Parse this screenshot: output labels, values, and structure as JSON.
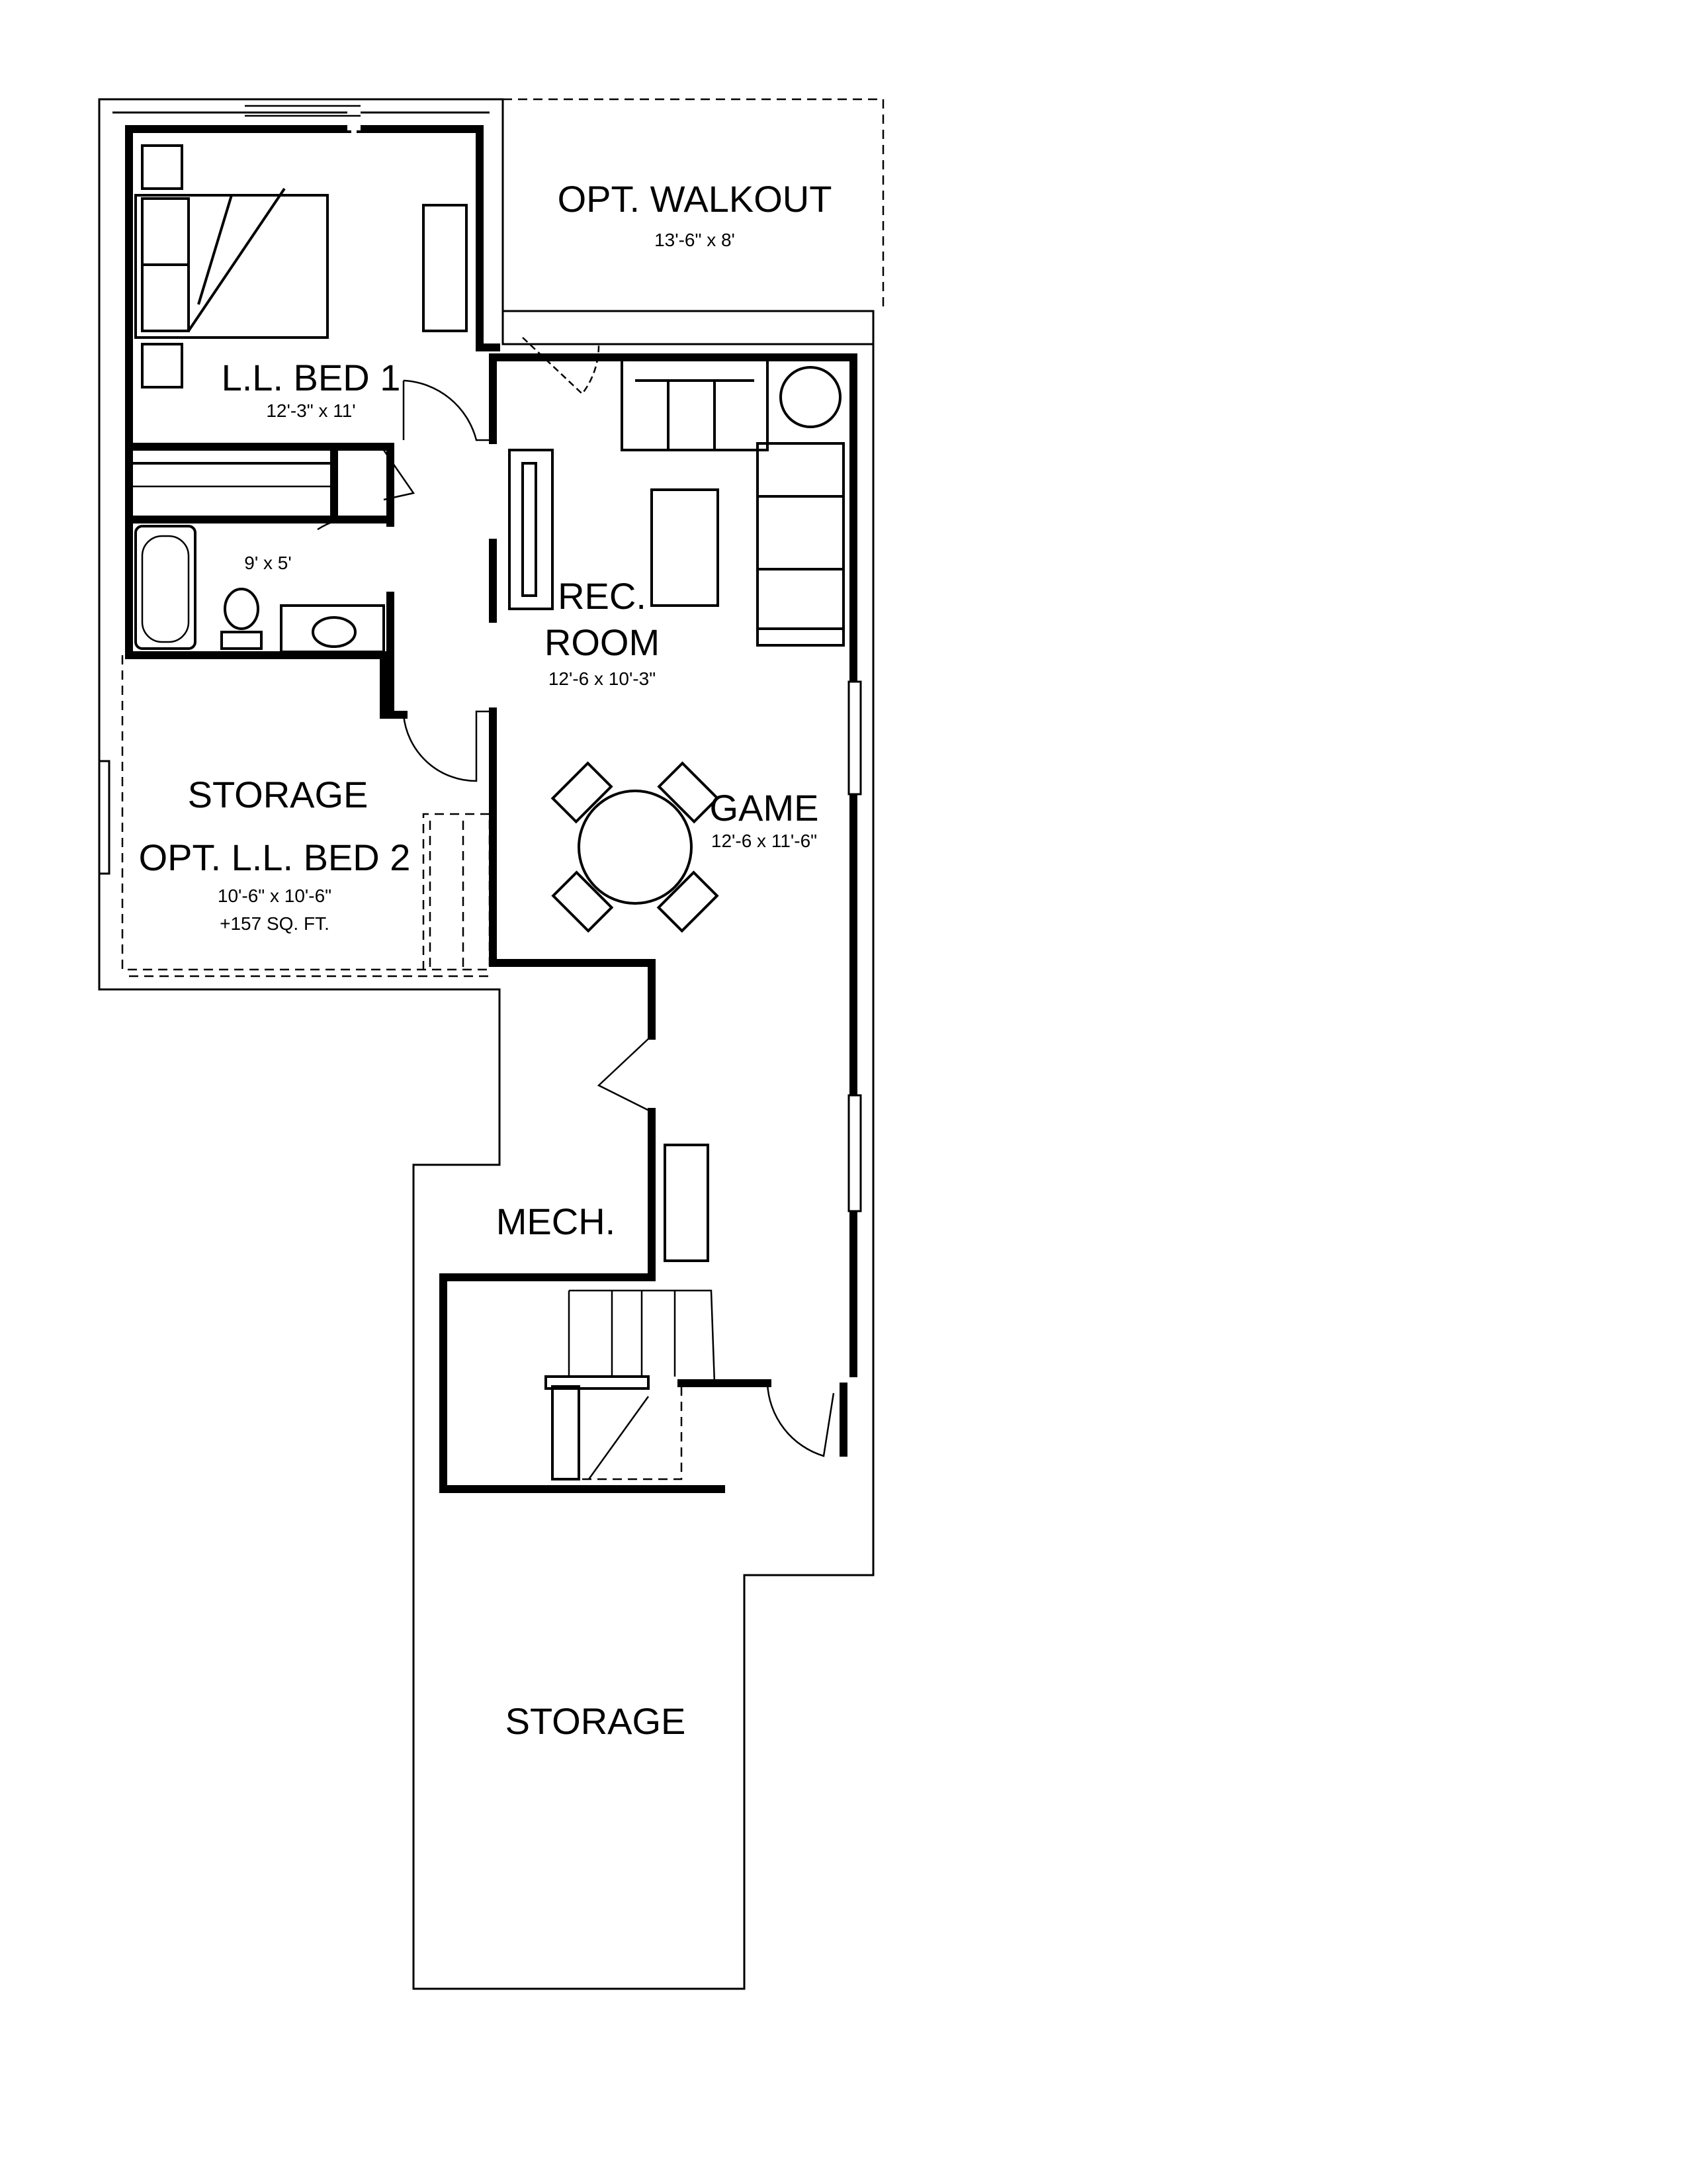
{
  "rooms": {
    "opt_walkout": {
      "name": "OPT. WALKOUT",
      "size": "13'-6\" x 8'"
    },
    "bed1": {
      "name": "L.L. BED 1",
      "size": "12'-3\" x 11'"
    },
    "bath": {
      "size": "9' x 5'"
    },
    "rec_room": {
      "name_line1": "REC.",
      "name_line2": "ROOM",
      "size": "12'-6 x 10'-3\""
    },
    "game": {
      "name": "GAME",
      "size": "12'-6 x 11'-6\""
    },
    "storage_left": {
      "name": "STORAGE",
      "alt_name": "OPT. L.L. BED 2",
      "size": "10'-6\" x 10'-6\"",
      "area": "+157 SQ. FT."
    },
    "mech": {
      "name": "MECH."
    },
    "storage_bottom": {
      "name": "STORAGE"
    }
  }
}
